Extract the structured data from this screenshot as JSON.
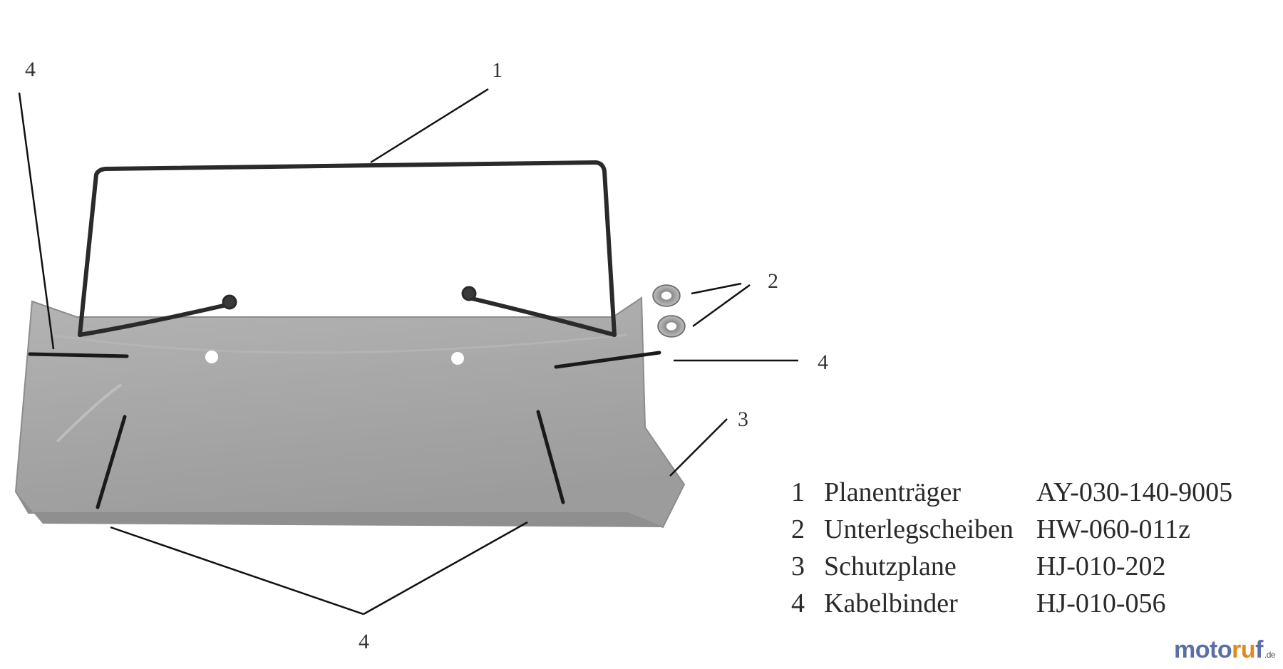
{
  "callouts": {
    "top_left": "4",
    "top_center": "1",
    "washers": "2",
    "right": "4",
    "plane": "3",
    "bottom": "4"
  },
  "parts": [
    {
      "num": "1",
      "name": "Planenträger",
      "code": "AY-030-140-9005"
    },
    {
      "num": "2",
      "name": "Unterlegscheiben",
      "code": "HW-060-011z"
    },
    {
      "num": "3",
      "name": "Schutzplane",
      "code": "HJ-010-202"
    },
    {
      "num": "4",
      "name": "Kabelbinder",
      "code": "HJ-010-056"
    }
  ],
  "logo": {
    "part1": "moto",
    "part2": "ru",
    "part3": "f",
    "tld": ".de"
  },
  "colors": {
    "plane_fill": "#a9a9a9",
    "frame_stroke": "#2a2a2a",
    "leader_stroke": "#111111",
    "logo_blue": "#5a6fa8",
    "logo_orange": "#e08a1e"
  }
}
